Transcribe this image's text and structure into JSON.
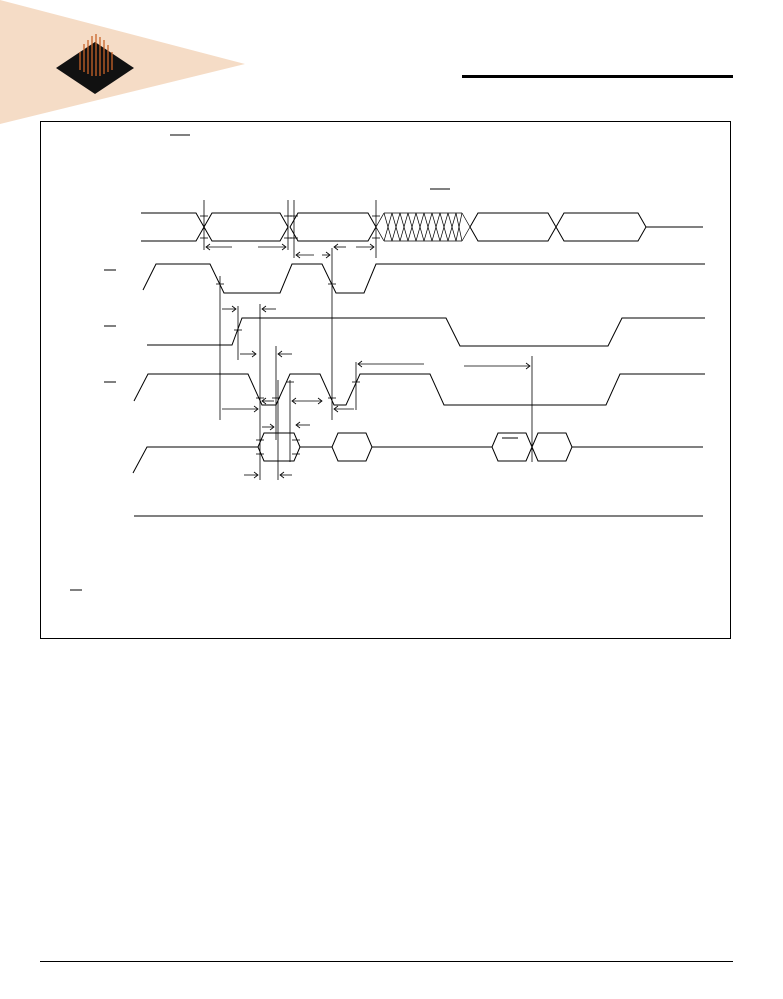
{
  "document": {
    "header_text": "",
    "footer_text": ""
  },
  "colors": {
    "brand_fan": "#f5dcc6",
    "logo_diamond": "#111111",
    "logo_stripes": "#c8642a",
    "line": "#000000"
  },
  "icons": {
    "logo": "diamond-logo-icon"
  },
  "diagram": {
    "type": "timing-waveform",
    "signals": [
      "address-bus",
      "chip-select",
      "write-enable",
      "output-enable",
      "data-bus"
    ],
    "labels": []
  }
}
